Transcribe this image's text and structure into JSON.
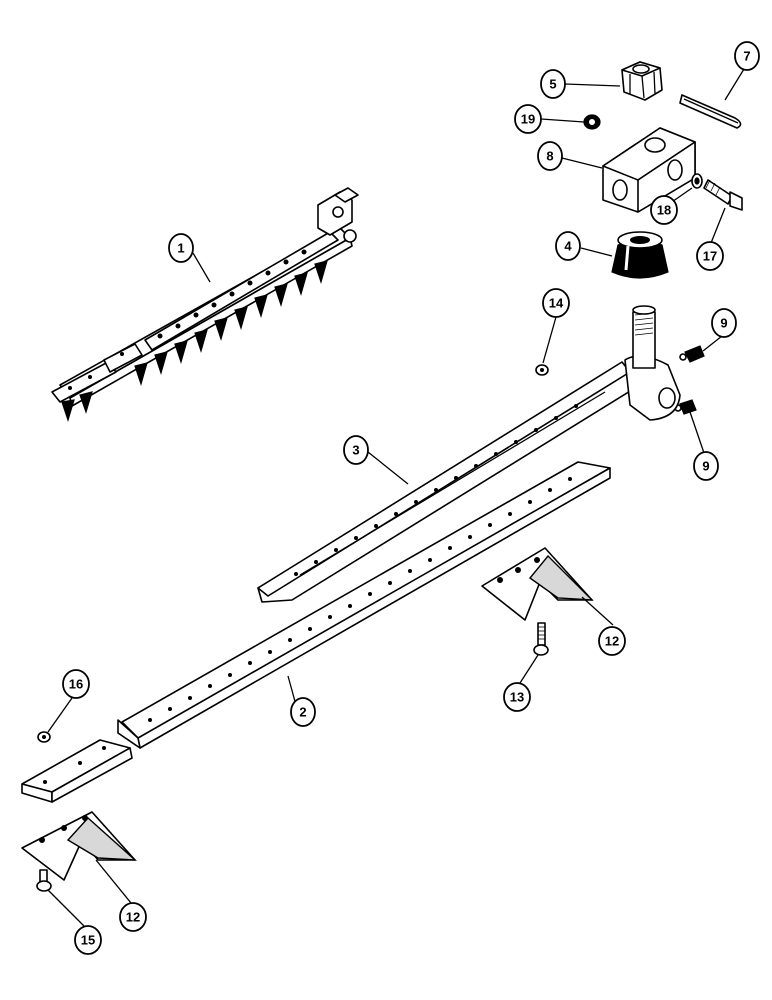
{
  "callouts": [
    {
      "id": "c1",
      "label": "1"
    },
    {
      "id": "c2",
      "label": "2"
    },
    {
      "id": "c3",
      "label": "3"
    },
    {
      "id": "c4",
      "label": "4"
    },
    {
      "id": "c5",
      "label": "5"
    },
    {
      "id": "c7",
      "label": "7"
    },
    {
      "id": "c8",
      "label": "8"
    },
    {
      "id": "c9a",
      "label": "9"
    },
    {
      "id": "c9b",
      "label": "9"
    },
    {
      "id": "c12a",
      "label": "12"
    },
    {
      "id": "c12b",
      "label": "12"
    },
    {
      "id": "c13",
      "label": "13"
    },
    {
      "id": "c14",
      "label": "14"
    },
    {
      "id": "c15",
      "label": "15"
    },
    {
      "id": "c16",
      "label": "16"
    },
    {
      "id": "c17",
      "label": "17"
    },
    {
      "id": "c18",
      "label": "18"
    },
    {
      "id": "c19",
      "label": "19"
    }
  ]
}
